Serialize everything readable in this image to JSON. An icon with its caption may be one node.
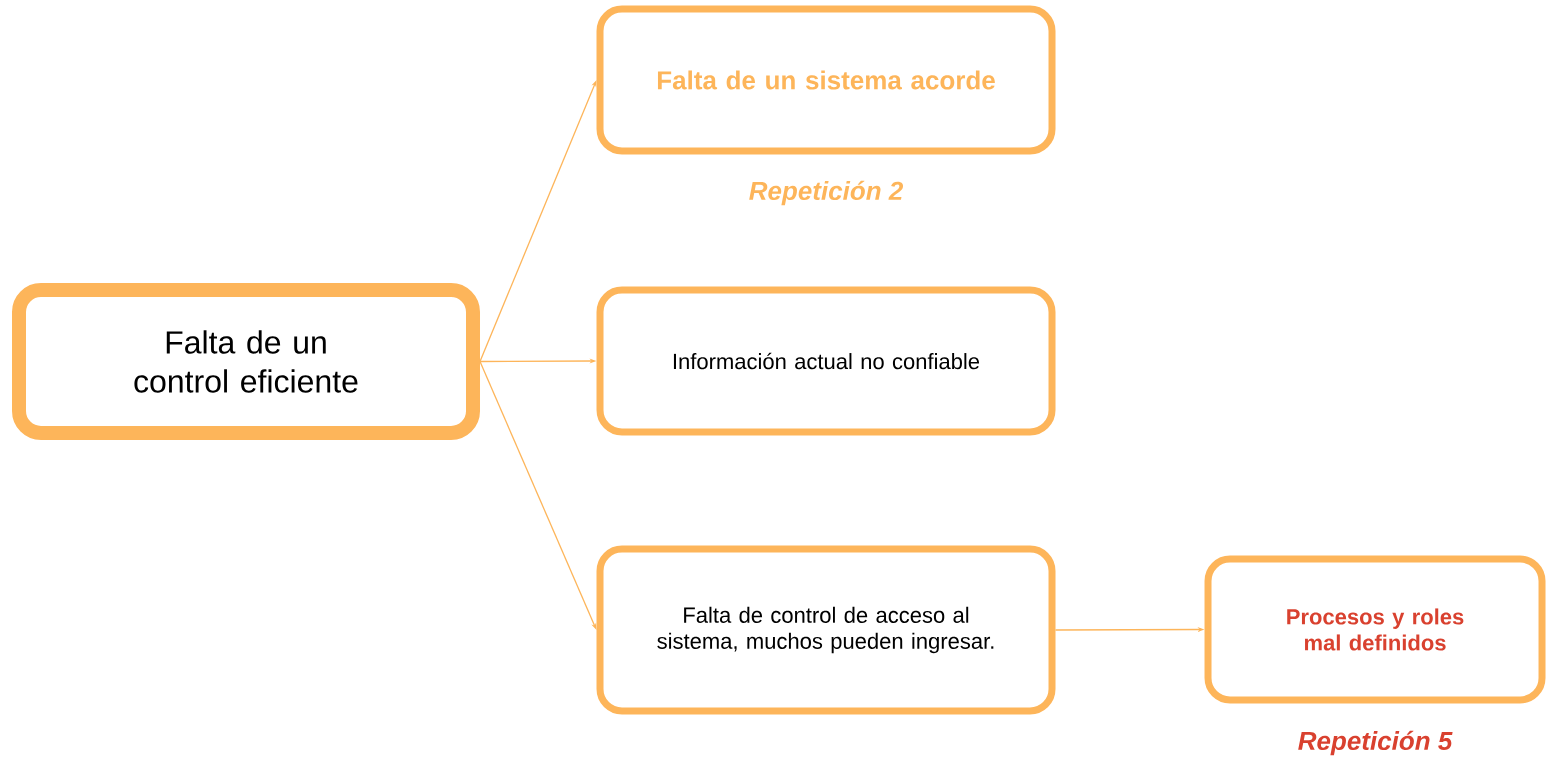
{
  "diagram": {
    "nodes": [
      {
        "text": [
          "Falta de un control eficiente"
        ]
      },
      {
        "text": [
          "Falta de un sistema acorde"
        ],
        "beside": [
          "Repetición 2"
        ]
      },
      {
        "text": [
          "Información actual no confiable"
        ]
      },
      {
        "text": [
          "Falta de control de acceso al sistema, muchos pueden ingresar."
        ]
      },
      {
        "text": [
          "Procesos y roles mal definidos"
        ],
        "beside": [
          "Repetición 5"
        ]
      }
    ],
    "edges": [
      {
        "from": 0,
        "to": 1,
        "arrow": "to"
      },
      {
        "from": 0,
        "to": 2,
        "arrow": "to"
      },
      {
        "from": 0,
        "to": 3,
        "arrow": "to"
      },
      {
        "from": 3,
        "to": 4,
        "arrow": "to"
      }
    ]
  }
}
